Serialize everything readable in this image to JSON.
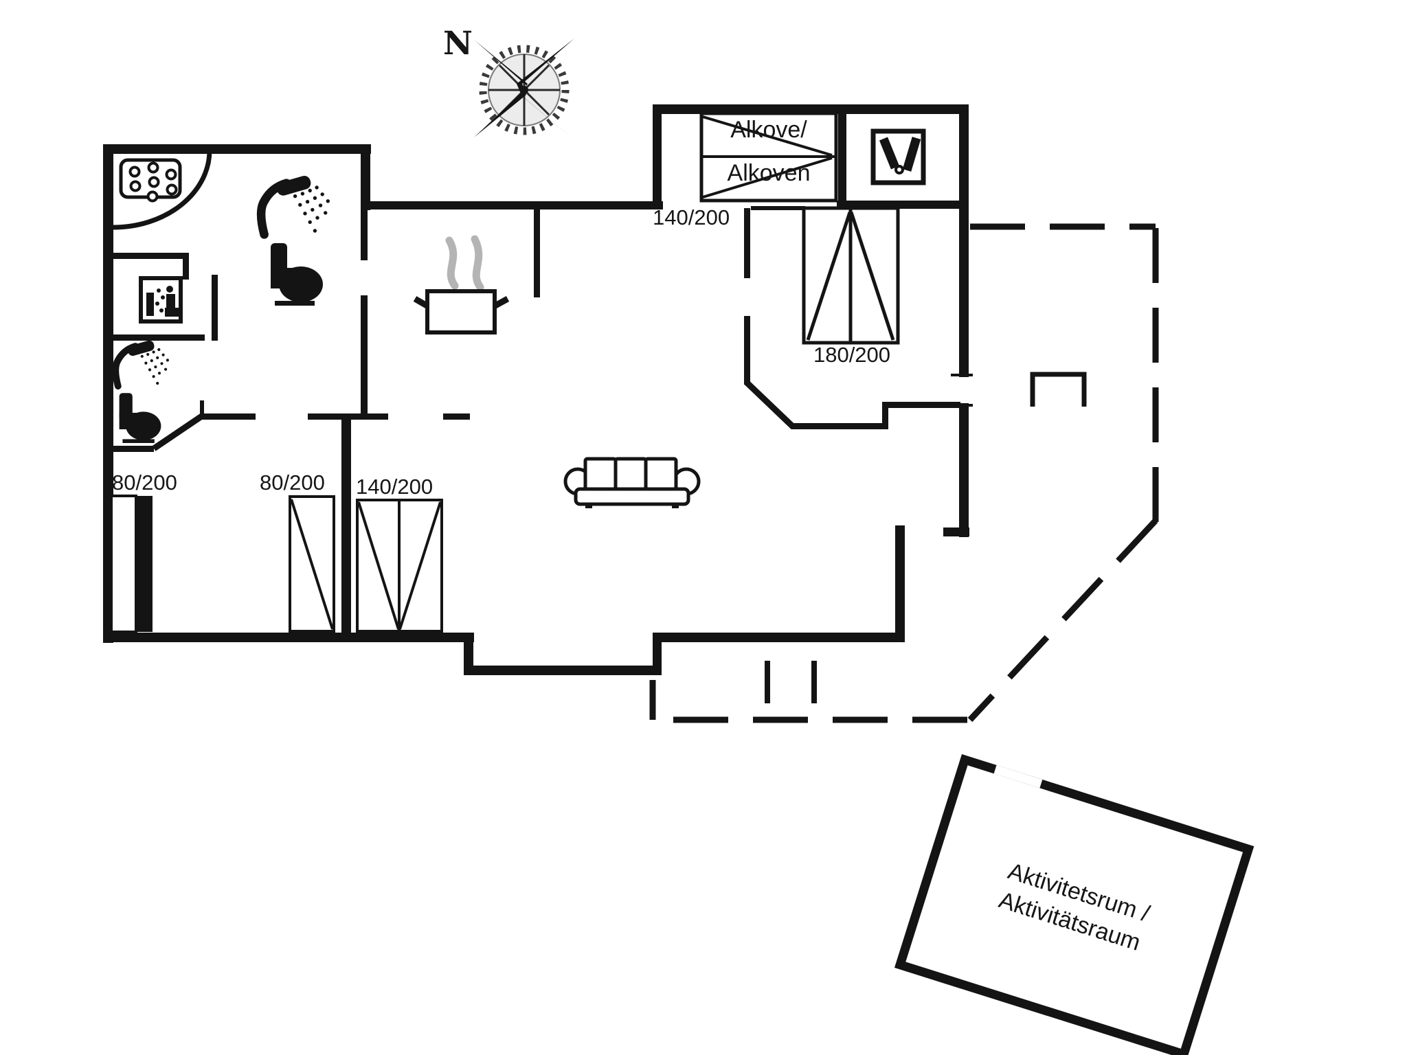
{
  "labels": {
    "north": "N",
    "alcove_bed": {
      "line1": "Alkove/",
      "line2": "Alkoven",
      "size": "140/200"
    },
    "double_bed_size": "180/200",
    "single_bed_left_size": "80/200",
    "single_bed_mid_size": "80/200",
    "double_bed_small_size": "140/200",
    "activity_room": {
      "line1": "Aktivitetsrum /",
      "line2": "Aktivitätsraum"
    }
  },
  "icons": [
    "compass-rose-icon",
    "hob-icon",
    "shower-icon",
    "toilet-icon",
    "sauna-icon",
    "cooking-pot-icon",
    "sofa-icon",
    "cleaning-closet-icon"
  ],
  "colors": {
    "line": "#141414",
    "steam": "#b4b4b4",
    "background": "#ffffff"
  }
}
